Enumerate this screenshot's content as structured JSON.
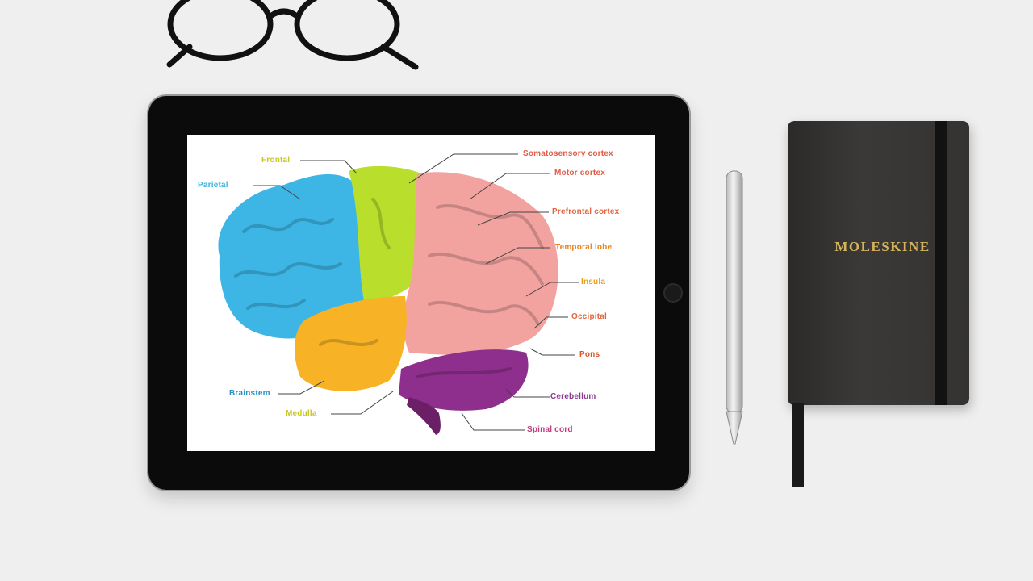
{
  "notebook": {
    "title": "MOLESKINE"
  },
  "diagram": {
    "labels": [
      {
        "text": "Frontal",
        "color": "#c8c622"
      },
      {
        "text": "Parietal",
        "color": "#37b7df"
      },
      {
        "text": "Somatosensory cortex",
        "color": "#e25b47"
      },
      {
        "text": "Motor cortex",
        "color": "#e25b47"
      },
      {
        "text": "Prefrontal cortex",
        "color": "#e2663f"
      },
      {
        "text": "Temporal lobe",
        "color": "#ea8420"
      },
      {
        "text": "Insula",
        "color": "#e8a11c"
      },
      {
        "text": "Occipital",
        "color": "#e2663f"
      },
      {
        "text": "Pons",
        "color": "#d7562a"
      },
      {
        "text": "Brainstem",
        "color": "#2b8fbf"
      },
      {
        "text": "Medulla",
        "color": "#c8c622"
      },
      {
        "text": "Cerebellum",
        "color": "#8b3b8c"
      },
      {
        "text": "Spinal cord",
        "color": "#c23b7a"
      }
    ]
  },
  "colors": {
    "background": "#efefef",
    "blue_lobe": "#3db6e6",
    "green_lobe": "#b7df2b",
    "pink_lobe": "#f2a3a0",
    "orange_lobe": "#f7b325",
    "purple_lobe": "#8e2f8d"
  }
}
